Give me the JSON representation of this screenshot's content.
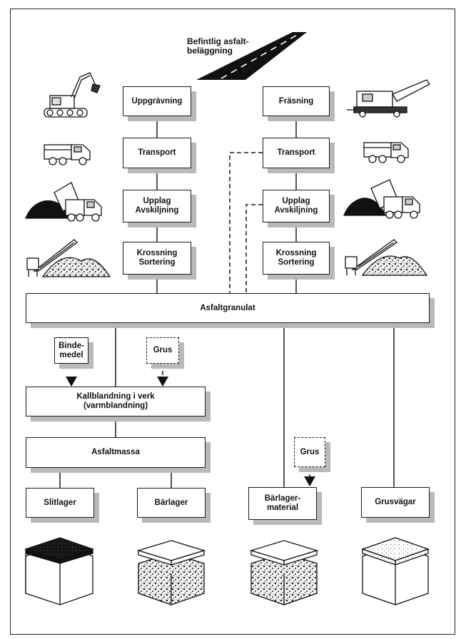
{
  "road": {
    "label": "Befintlig asfalt-\nbeläggning"
  },
  "left_column": {
    "excavation": "Uppgrävning",
    "transport": "Transport",
    "storage": "Upplag\nAvskiljning",
    "crushing": "Krossning\nSortering"
  },
  "right_column": {
    "milling": "Fräsning",
    "transport": "Transport",
    "storage": "Upplag\nAvskiljning",
    "crushing": "Krossning\nSortering"
  },
  "granulate": "Asfaltgranulat",
  "binder": "Binde-\nmedel",
  "gravel_top": "Grus",
  "gravel_bottom": "Grus",
  "mixing": "Kallblandning i verk\n(varmblandning)",
  "asphalt_mass": "Asfaltmassa",
  "products": {
    "wearing_course": "Slitlager",
    "base_course": "Bärlager",
    "base_material": "Bärlager-\nmaterial",
    "gravel_roads": "Grusvägar"
  },
  "icons": [
    "road-icon",
    "excavator-icon",
    "dump-truck-icon",
    "tipping-truck-icon",
    "conveyor-crusher-icon",
    "milling-machine-icon",
    "pavement-layer-icon"
  ]
}
